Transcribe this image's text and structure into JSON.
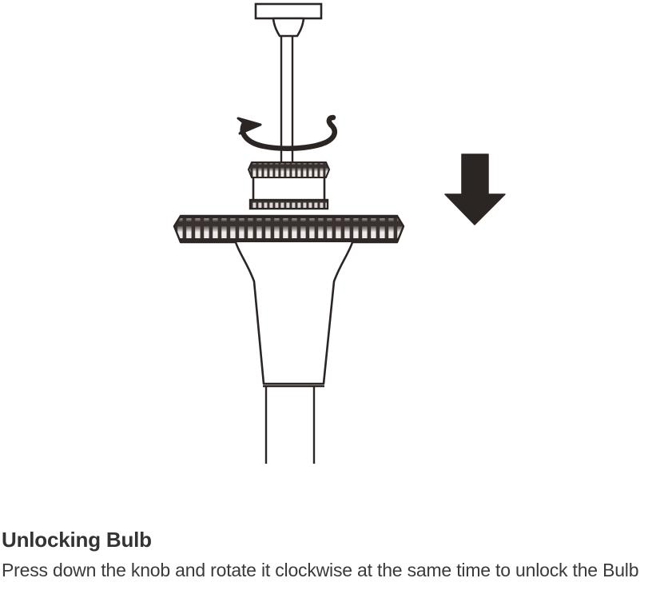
{
  "caption": {
    "title": "Unlocking Bulb",
    "body": "Press down the knob and rotate it clockwise at the same time to unlock the Bulb"
  },
  "diagram": {
    "name": "pipette-bulb-unlocking-diagram",
    "outline_color": "#2b2523",
    "fill_color": "#ffffff",
    "knurl_dark": "#3a3230",
    "knurl_light": "#f2f0ef",
    "arrow_color": "#2b2523",
    "parts": [
      {
        "id": "plunger-cap",
        "label": "plunger cap"
      },
      {
        "id": "plunger-rod",
        "label": "plunger rod"
      },
      {
        "id": "rotation-arrow",
        "label": "clockwise rotation arrow"
      },
      {
        "id": "small-knurled-knob",
        "label": "knob"
      },
      {
        "id": "knob-body",
        "label": "knob body"
      },
      {
        "id": "large-knurled-collar",
        "label": "locking collar"
      },
      {
        "id": "tapered-body",
        "label": "bulb body"
      },
      {
        "id": "lower-shaft",
        "label": "lower shaft"
      },
      {
        "id": "down-arrow",
        "label": "press down arrow"
      }
    ]
  }
}
